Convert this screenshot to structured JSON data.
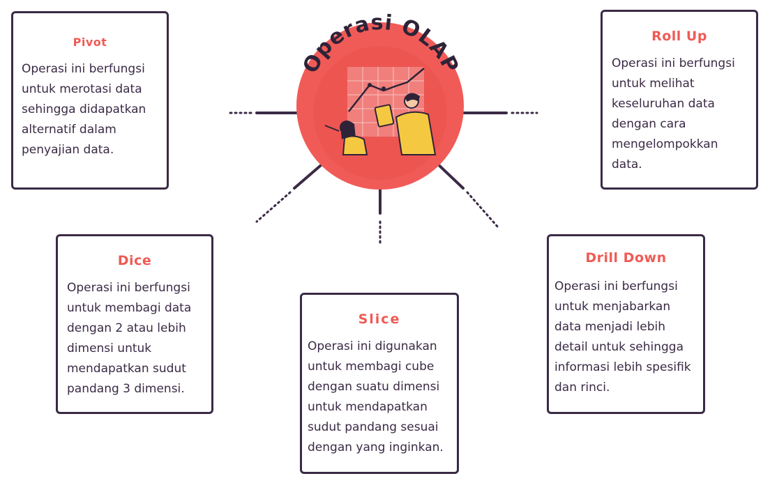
{
  "hub": {
    "title": "Operasi OLAP"
  },
  "cards": {
    "pivot": {
      "title": "Pivot",
      "body": "Operasi ini berfungsi\nuntuk merotasi data\nsehingga didapatkan\nalternatif dalam\npenyajian data."
    },
    "roll_up": {
      "title": "Roll Up",
      "body": "Operasi ini berfungsi\nuntuk melihat\nkeseluruhan data\ndengan cara\nmengelompokkan\ndata."
    },
    "dice": {
      "title": "Dice",
      "body": "Operasi ini berfungsi\nuntuk membagi data\ndengan 2 atau lebih\ndimensi untuk\nmendapatkan sudut\npandang 3 dimensi."
    },
    "slice": {
      "title": "Slice",
      "body": "Operasi ini digunakan\nuntuk membagi cube\ndengan suatu dimensi\nuntuk mendapatkan\nsudut pandang sesuai\ndengan yang inginkan."
    },
    "drill_down": {
      "title": "Drill Down",
      "body": "Operasi ini berfungsi\nuntuk menjabarkan\ndata menjadi lebih\ndetail untuk sehingga\ninformasi lebih spesifik\ndan rinci."
    }
  },
  "colors": {
    "accent": "#ef5a55",
    "border": "#3a2a45",
    "hub_fill": "#f15b57",
    "hub_inner": "#e9504d",
    "figure_yellow": "#f5c842"
  },
  "icons": [
    "people-chart-illustration"
  ]
}
